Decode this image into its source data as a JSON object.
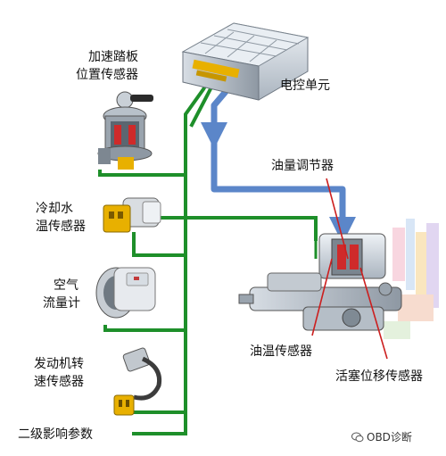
{
  "labels": {
    "accelerator_pedal_sensor": [
      "加速踏板",
      "位置传感器"
    ],
    "ecu": "电控单元",
    "fuel_quantity_regulator": "油量调节器",
    "coolant_temp_sensor": [
      "冷却水",
      "温传感器"
    ],
    "air_flow_meter": [
      "空气",
      "流量计"
    ],
    "engine_speed_sensor": [
      "发动机转",
      "速传感器"
    ],
    "secondary_params": "二级影响参数",
    "oil_temp_sensor": "油温传感器",
    "piston_position_sensor": "活塞位移传感器"
  },
  "watermark": {
    "text": "OBD诊断",
    "icon": "wechat-icon"
  },
  "colors": {
    "signal_line": "#1e8f2a",
    "control_line": "#5b86c9",
    "pointer_line": "#cc1f1f",
    "connector": "#e8b000"
  }
}
